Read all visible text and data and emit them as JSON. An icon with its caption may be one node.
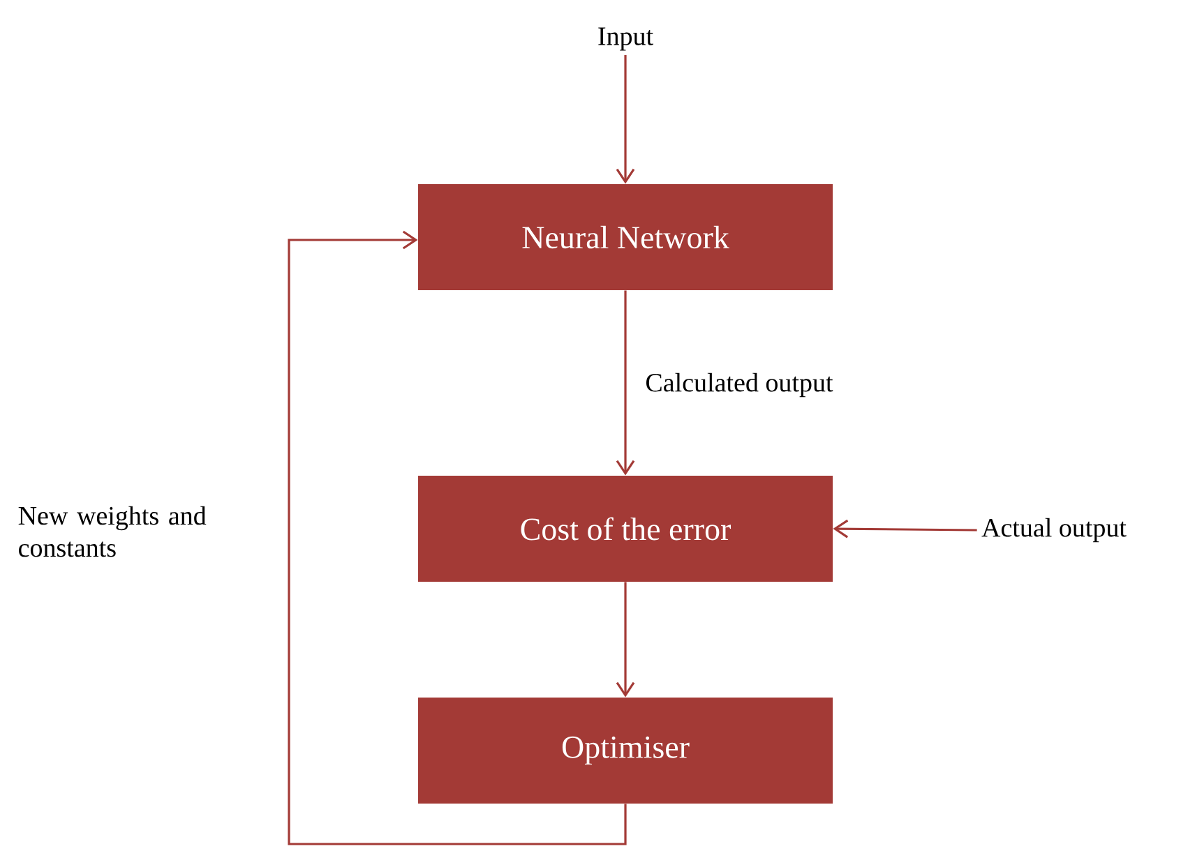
{
  "diagram": {
    "nodes": [
      {
        "text": [
          "Input"
        ]
      },
      {
        "text": [
          "Neural Network"
        ]
      },
      {
        "text": [
          "Cost of the error"
        ]
      },
      {
        "text": [
          "Optimiser"
        ]
      },
      {
        "text": [
          "Actual output"
        ]
      }
    ],
    "edges": [
      {
        "from": 0,
        "to": 1,
        "arrow": "to"
      },
      {
        "from": 1,
        "to": 2,
        "arrow": "to",
        "label": "Calculated output"
      },
      {
        "from": 4,
        "to": 2,
        "arrow": "to"
      },
      {
        "from": 2,
        "to": 3,
        "arrow": "to"
      },
      {
        "from": 3,
        "to": 1,
        "arrow": "to",
        "label": "New weights and constants"
      }
    ]
  }
}
